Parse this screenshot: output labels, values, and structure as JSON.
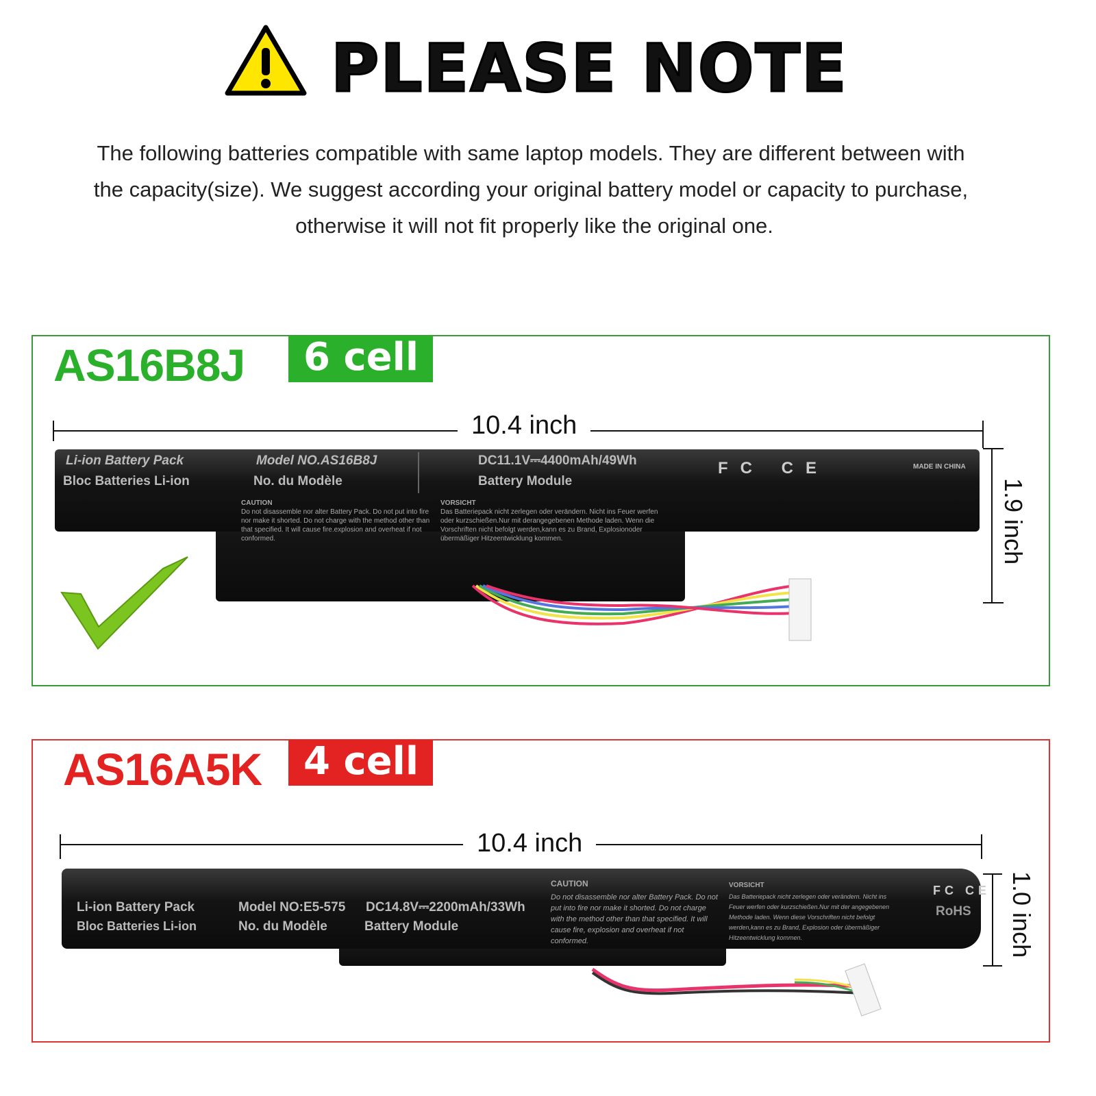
{
  "header": {
    "title": "PLEASE NOTE",
    "icon": "warning-triangle-icon"
  },
  "notice": {
    "lines": [
      "The following batteries compatible with same laptop models. They are different between with",
      "the capacity(size). We suggest according your original battery model or capacity to purchase,",
      "otherwise it will not fit properly like the original one."
    ]
  },
  "colors": {
    "green": "#2bb02b",
    "red": "#e32222"
  },
  "batteries": [
    {
      "model": "AS16B8J",
      "cells": "6 cell",
      "length": "10.4 inch",
      "height": "1.9 inch",
      "label": {
        "l1": "Li-ion Battery Pack",
        "l2": "Bloc Batteries Li-ion",
        "model_no": "Model NO.AS16B8J",
        "model_fr": "No. du Modèle",
        "spec": "DC11.1V⎓4400mAh/49Wh",
        "module": "Battery Module",
        "caution_title": "CAUTION",
        "caution": "Do not disassemble nor alter Battery Pack. Do not put into fire nor make it shorted. Do not charge with the method other than that specified. It will cause fire.explosion and overheat if not conformed.",
        "vorsicht_title": "VORSICHT",
        "vorsicht": "Das Batteriepack nicht zerlegen oder verändern. Nicht ins Feuer werfen oder kurzschießen.Nur mit derangegebenen Methode laden. Wenn die Vorschriften nicht befolgt werden,kann es zu Brand, Explosionoder übermäßiger Hitzeentwicklung kommen.",
        "made_in": "MADE IN CHINA",
        "certs": "FC CE"
      },
      "compatible": true
    },
    {
      "model": "AS16A5K",
      "cells": "4 cell",
      "length": "10.4 inch",
      "height": "1.0 inch",
      "label": {
        "l1": "Li-ion Battery Pack",
        "l2": "Bloc Batteries Li-ion",
        "model_no": "Model NO:E5-575",
        "model_fr": "No. du Modèle",
        "spec": "DC14.8V⎓2200mAh/33Wh",
        "module": "Battery Module",
        "caution_title": "CAUTION",
        "caution": "Do not disassemble nor alter Battery Pack. Do not put into fire nor make it shorted. Do not charge with the method other than that specified. It will cause fire, explosion and overheat if not conformed.",
        "vorsicht_title": "VORSICHT",
        "vorsicht": "Das Batteriepack nicht zerlegen oder verändern. Nicht ins Feuer werfen oder kurzschießen.Nur mit der angegebenen Methode laden. Wenn diese Vorschriften nicht befolgt werden,kann es zu Brand, Explosion oder übermäßiger Hitzeentwicklung kommen.",
        "certs": "FC CE",
        "rohs": "RoHS"
      }
    }
  ]
}
